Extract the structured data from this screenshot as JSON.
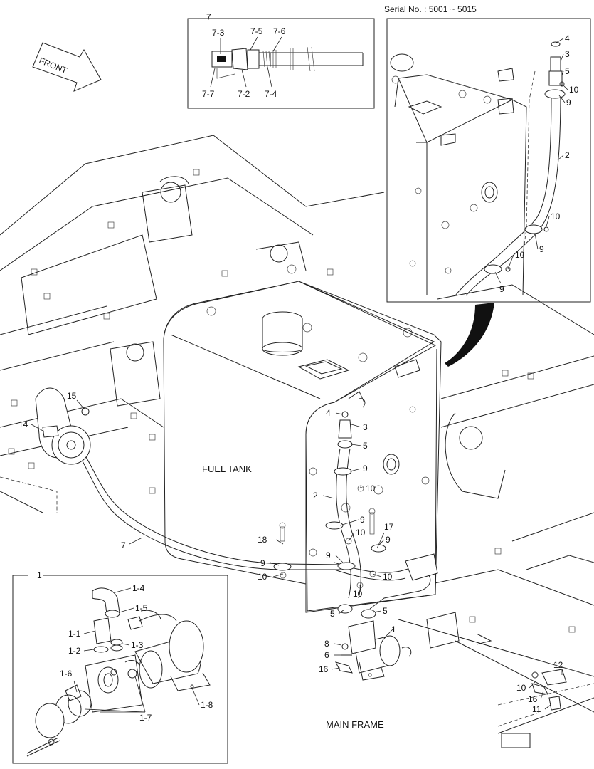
{
  "serial": "Serial No. : 5001 ~ 5015",
  "front_label": "FRONT",
  "fuel_tank_label": "FUEL TANK",
  "main_frame_label": "MAIN FRAME",
  "inset7": {
    "title": "7",
    "labels": {
      "l73": "7-3",
      "l75": "7-5",
      "l76": "7-6",
      "l77": "7-7",
      "l72": "7-2",
      "l74": "7-4"
    }
  },
  "inset1": {
    "title": "1",
    "labels": {
      "l14": "1-4",
      "l15": "1-5",
      "l11": "1-1",
      "l12": "1-2",
      "l13": "1-3",
      "l16": "1-6",
      "l17": "1-7",
      "l18": "1-8"
    }
  },
  "serial_inset": {
    "labels": {
      "n4": "4",
      "n3": "3",
      "n5": "5",
      "n10a": "10",
      "n9a": "9",
      "n2": "2",
      "n10b": "10",
      "n9b": "9",
      "n10c": "10",
      "n9c": "9"
    }
  },
  "main": {
    "labels": {
      "n15": "15",
      "n14": "14",
      "n7": "7",
      "n4": "4",
      "n3": "3",
      "n5a": "5",
      "n9a": "9",
      "n10a": "10",
      "n2": "2",
      "n9b": "9",
      "n10b": "10",
      "n17": "17",
      "n9c": "9",
      "n18": "18",
      "n9d": "9",
      "n9e": "9",
      "n10c": "10",
      "n10d": "10",
      "n10e": "10",
      "n5b": "5",
      "n5c": "5",
      "n1": "1",
      "n8": "8",
      "n6": "6",
      "n16a": "16",
      "n12": "12",
      "n10f": "10",
      "n16b": "16",
      "n11": "11"
    }
  }
}
